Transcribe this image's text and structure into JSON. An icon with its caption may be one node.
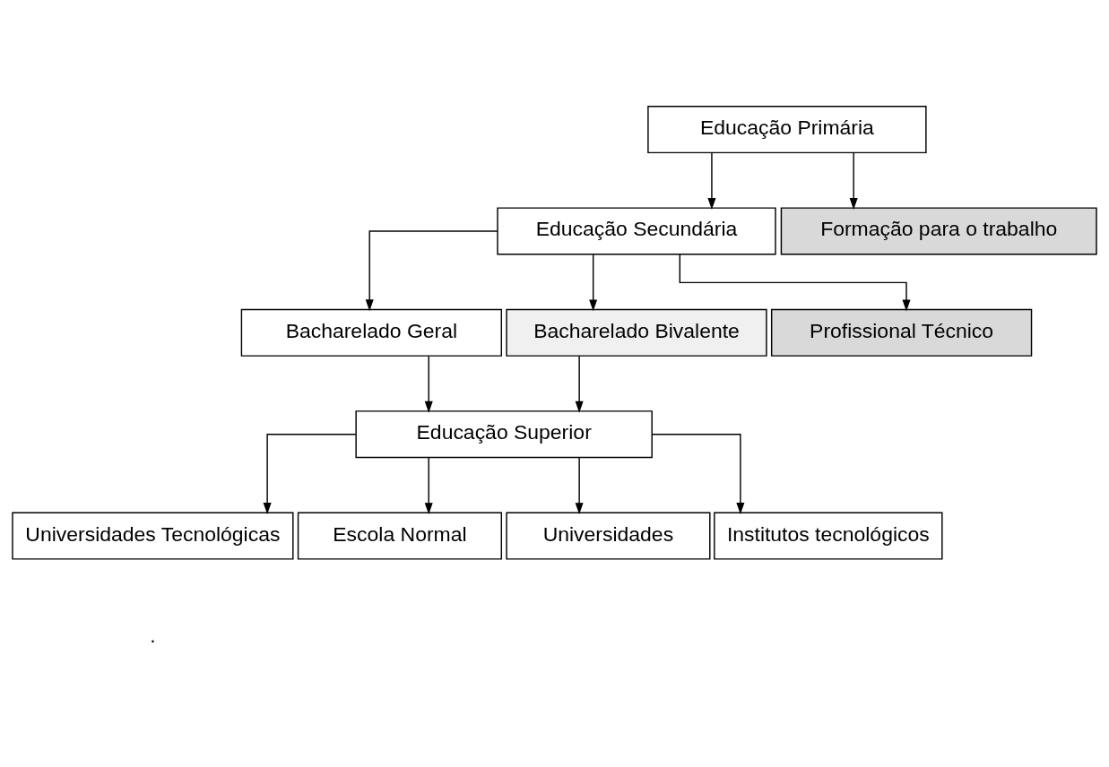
{
  "diagram": {
    "nodes": [
      {
        "text": [
          "Educação Primária"
        ]
      },
      {
        "text": [
          "Educação Secundária"
        ]
      },
      {
        "text": [
          "Formação para o trabalho"
        ]
      },
      {
        "text": [
          "Bacharelado Geral"
        ]
      },
      {
        "text": [
          "Bacharelado Bivalente"
        ]
      },
      {
        "text": [
          "Profissional Técnico"
        ]
      },
      {
        "text": [
          "Educação Superior"
        ]
      },
      {
        "text": [
          "Universidades Tecnológicas"
        ]
      },
      {
        "text": [
          "Escola Normal"
        ]
      },
      {
        "text": [
          "Universidades"
        ]
      },
      {
        "text": [
          "Institutos tecnológicos"
        ]
      }
    ],
    "edges": [
      {
        "from": 0,
        "to": 1,
        "arrow": "to"
      },
      {
        "from": 0,
        "to": 2,
        "arrow": "to"
      },
      {
        "from": 1,
        "to": 3,
        "arrow": "to"
      },
      {
        "from": 1,
        "to": 4,
        "arrow": "to"
      },
      {
        "from": 1,
        "to": 5,
        "arrow": "to"
      },
      {
        "from": 3,
        "to": 6,
        "arrow": "to"
      },
      {
        "from": 4,
        "to": 6,
        "arrow": "to"
      },
      {
        "from": 6,
        "to": 7,
        "arrow": "to"
      },
      {
        "from": 6,
        "to": 8,
        "arrow": "to"
      },
      {
        "from": 6,
        "to": 9,
        "arrow": "to"
      },
      {
        "from": 6,
        "to": 10,
        "arrow": "to"
      }
    ],
    "labels": [
      "."
    ]
  }
}
